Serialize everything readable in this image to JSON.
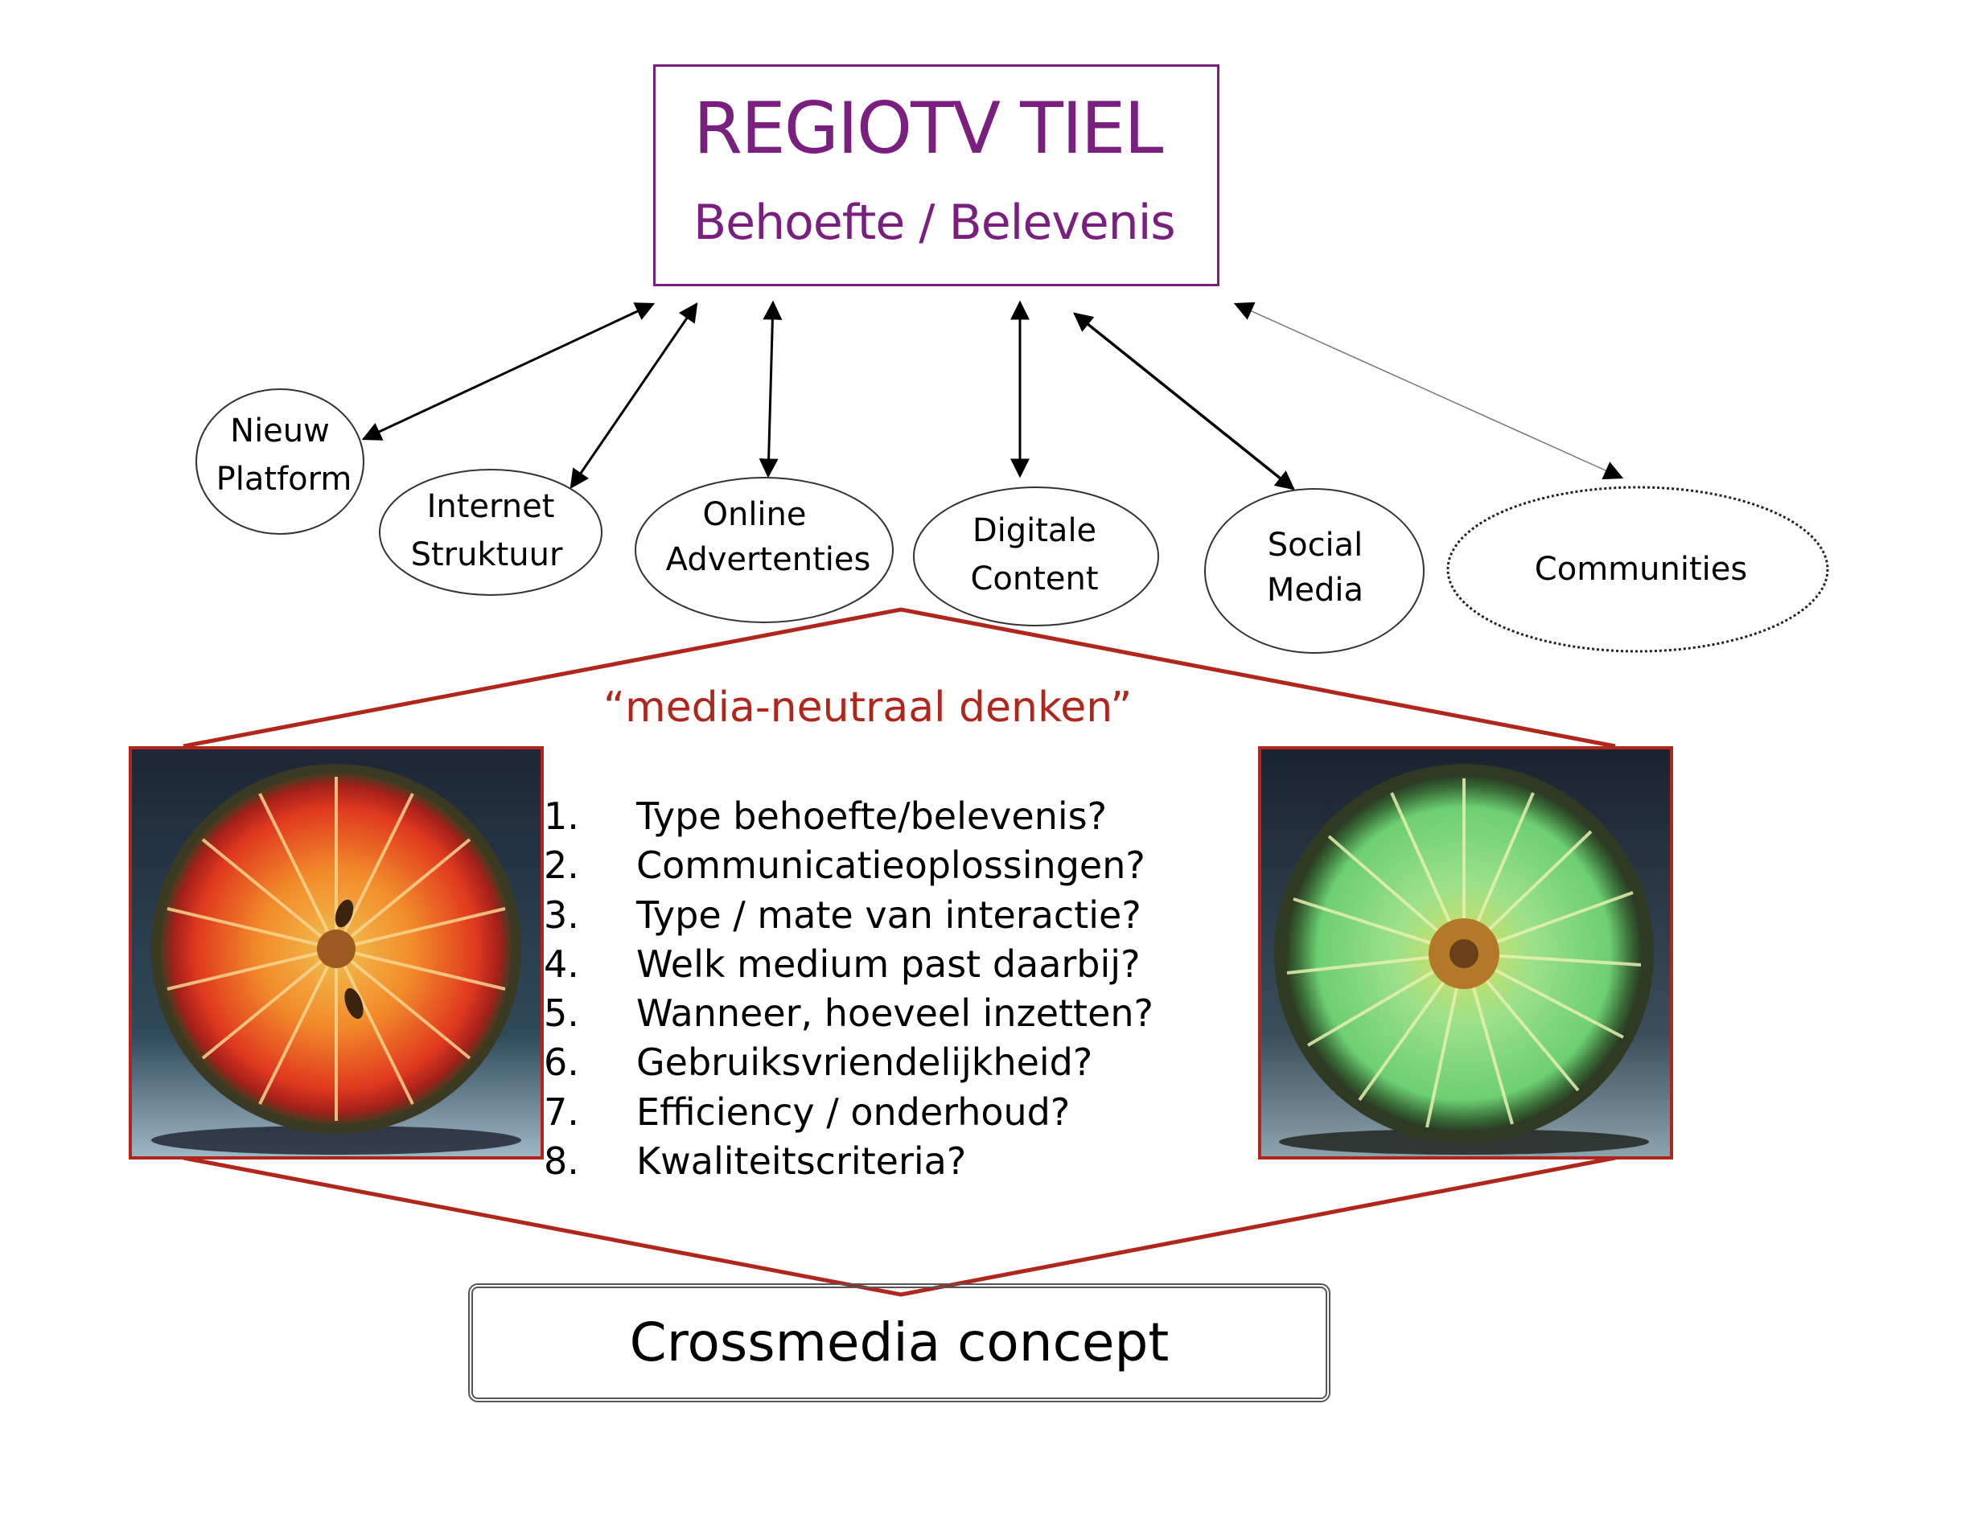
{
  "title": {
    "main": "REGIOTV TIEL",
    "sub": "Behoefte / Belevenis"
  },
  "nodes": [
    {
      "lines": [
        "Nieuw",
        "Platform"
      ]
    },
    {
      "lines": [
        "Internet",
        "Struktuur"
      ]
    },
    {
      "lines": [
        "Online",
        "Advertenties"
      ]
    },
    {
      "lines": [
        "Digitale",
        "Content"
      ]
    },
    {
      "lines": [
        "Social",
        "Media"
      ]
    },
    {
      "lines": [
        "Communities"
      ]
    }
  ],
  "quote": "“media-neutraal denken”",
  "questions": [
    {
      "num": "1.",
      "text": "Type behoefte/belevenis?"
    },
    {
      "num": "2.",
      "text": "Communicatieoplossingen?"
    },
    {
      "num": "3.",
      "text": "Type / mate van interactie?"
    },
    {
      "num": "4.",
      "text": "Welk medium past daarbij?"
    },
    {
      "num": "5.",
      "text": "Wanneer, hoeveel inzetten?"
    },
    {
      "num": "6.",
      "text": "Gebruiksvriendelijkheid?"
    },
    {
      "num": "7.",
      "text": "Efficiency / onderhoud?"
    },
    {
      "num": "8.",
      "text": "Kwaliteitscriteria?"
    }
  ],
  "concept": "Crossmedia concept",
  "images": [
    {
      "icon": "grapefruit-slice-image"
    },
    {
      "icon": "lime-slice-image"
    }
  ],
  "colors": {
    "title": "#7a1e80",
    "accent_red": "#b1261b",
    "fruit_red": "#e8432a",
    "fruit_green": "#7ccf7a"
  }
}
